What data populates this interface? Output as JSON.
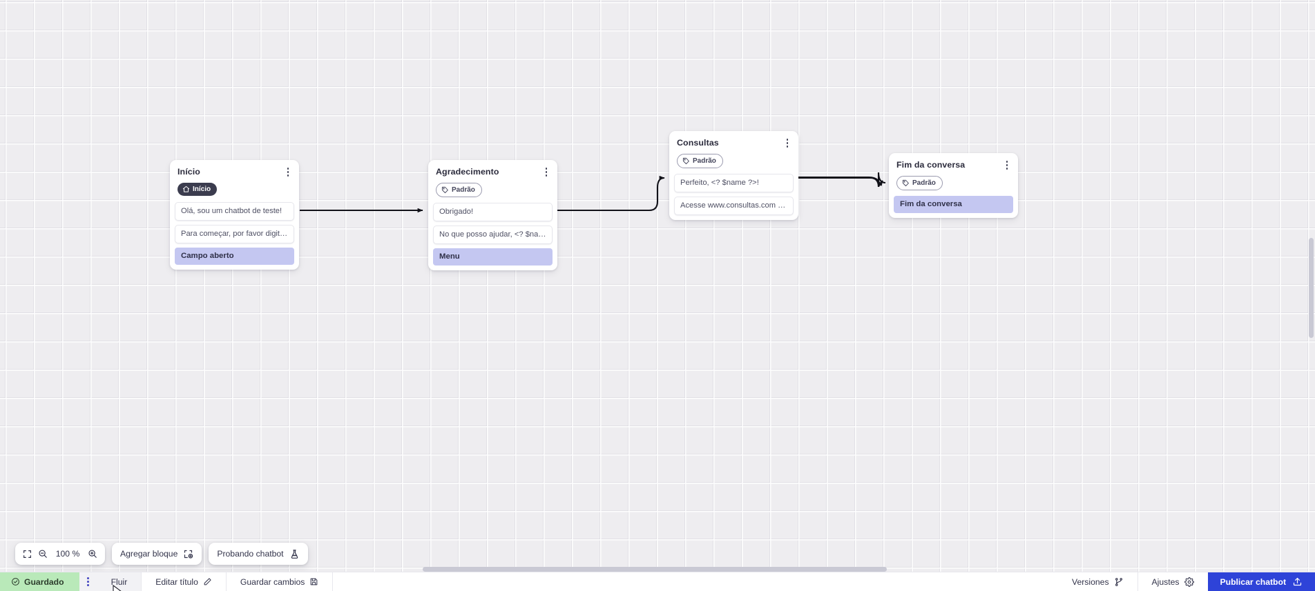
{
  "canvas": {
    "grid": true,
    "background_color": "#eeedf0",
    "accent_color": "#2e43d8",
    "action_color": "#c4c7f1"
  },
  "nodes": [
    {
      "id": "inicio",
      "title": "Início",
      "badge": {
        "label": "Início",
        "type": "start",
        "icon": "home-icon"
      },
      "messages": [
        "Olá, sou um chatbot de teste!",
        "Para começar, por favor digite o ..."
      ],
      "action": "Campo aberto"
    },
    {
      "id": "agradecimento",
      "title": "Agradecimento",
      "badge": {
        "label": "Padrão",
        "type": "default",
        "icon": "tag-icon"
      },
      "messages": [
        "Obrigado!",
        "No que posso ajudar, <? $name ..."
      ],
      "action": "Menu"
    },
    {
      "id": "consultas",
      "title": "Consultas",
      "badge": {
        "label": "Padrão",
        "type": "default",
        "icon": "tag-icon"
      },
      "messages": [
        "Perfeito, <? $name ?>!",
        "Acesse www.consultas.com par..."
      ],
      "action": null
    },
    {
      "id": "fim-da-conversa",
      "title": "Fim da conversa",
      "badge": {
        "label": "Padrão",
        "type": "default",
        "icon": "tag-icon"
      },
      "messages": [],
      "action": "Fim da conversa"
    }
  ],
  "toolbar": {
    "fit_icon": "fit-screen-icon",
    "zoom_out_icon": "zoom-out-icon",
    "zoom_in_icon": "zoom-in-icon",
    "zoom_level": "100 %",
    "add_block_label": "Agregar bloque",
    "add_block_icon": "add-block-icon",
    "test_chatbot_label": "Probando chatbot",
    "test_chatbot_icon": "flask-icon"
  },
  "statusbar": {
    "saved_label": "Guardado",
    "saved_icon": "check-circle-icon",
    "menu_icon": "kebab-menu-icon",
    "flow_tab_label": "Fluir",
    "edit_title_label": "Editar título",
    "edit_title_icon": "pencil-icon",
    "save_changes_label": "Guardar cambios",
    "save_changes_icon": "floppy-disk-icon",
    "versions_label": "Versiones",
    "versions_icon": "branch-icon",
    "settings_label": "Ajustes",
    "settings_icon": "gear-icon",
    "publish_label": "Publicar chatbot",
    "publish_icon": "upload-icon"
  }
}
